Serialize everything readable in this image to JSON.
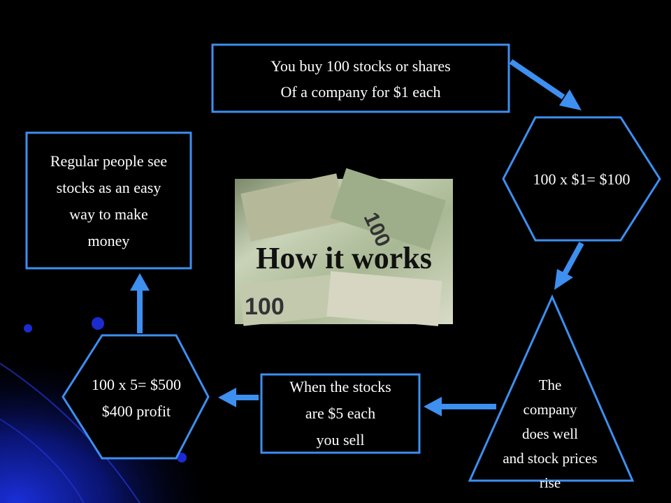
{
  "slide": {
    "title": "How it works",
    "photo_watermark": "100"
  },
  "nodes": {
    "buy_box": {
      "lines": [
        "You buy 100 stocks or shares",
        "Of a company for $1 each"
      ]
    },
    "cost_hexagon": {
      "lines": [
        "100 x $1= $100"
      ]
    },
    "company_triangle": {
      "lines": [
        "The",
        "company",
        "does well",
        "and stock prices",
        "rise"
      ]
    },
    "sell_box": {
      "lines": [
        "When the stocks",
        "are $5 each",
        "you sell"
      ]
    },
    "profit_hexagon": {
      "lines": [
        "100 x 5= $500",
        "$400 profit"
      ]
    },
    "regular_people_box": {
      "lines": [
        "Regular people see",
        "stocks as an easy",
        "way to make",
        "money"
      ]
    }
  },
  "colors": {
    "accent": "#3d8ff0",
    "background": "#000000",
    "text": "#ffffff",
    "money_green": "#b8c9a8"
  },
  "icons": [
    "arrow-right-down-icon",
    "arrow-down-icon",
    "arrow-left-icon",
    "arrow-up-icon"
  ]
}
